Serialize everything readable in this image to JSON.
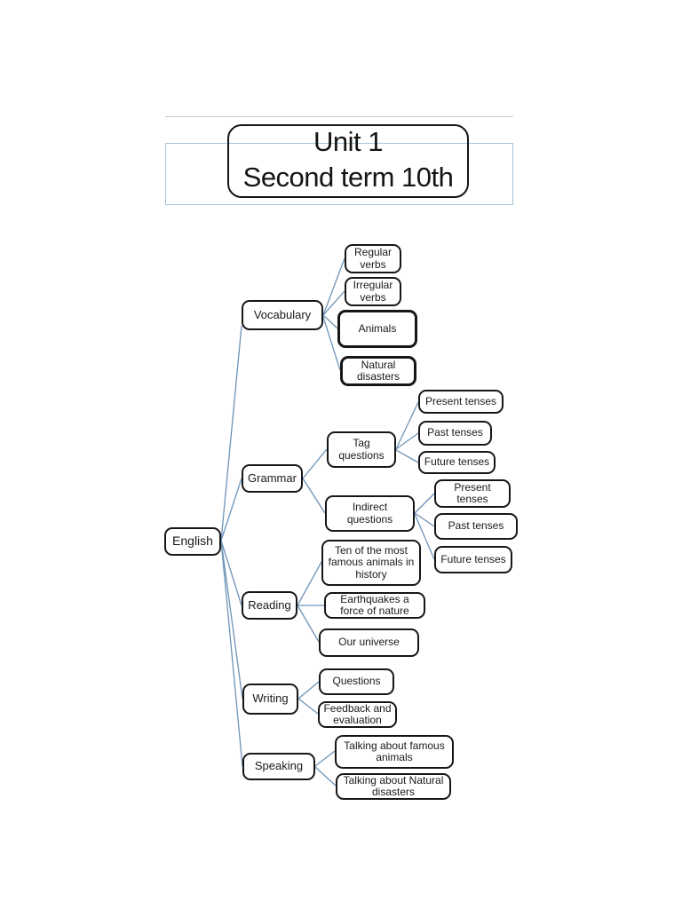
{
  "title_card": {
    "line1": "Unit 1",
    "line2": "Second term 10th"
  },
  "mindmap": {
    "root": {
      "label": "English"
    },
    "branches": [
      {
        "label": "Vocabulary",
        "children": [
          {
            "label": "Regular verbs"
          },
          {
            "label": "Irregular verbs"
          },
          {
            "label": "Animals"
          },
          {
            "label": "Natural disasters"
          }
        ]
      },
      {
        "label": "Grammar",
        "children": [
          {
            "label": "Tag questions",
            "children": [
              {
                "label": "Present tenses"
              },
              {
                "label": "Past tenses"
              },
              {
                "label": "Future tenses"
              }
            ]
          },
          {
            "label": "Indirect questions",
            "children": [
              {
                "label": "Present tenses"
              },
              {
                "label": "Past tenses"
              },
              {
                "label": "Future tenses"
              }
            ]
          }
        ]
      },
      {
        "label": "Reading",
        "children": [
          {
            "label": "Ten of the most famous animals in history"
          },
          {
            "label": "Earthquakes a force of nature"
          },
          {
            "label": "Our universe"
          }
        ]
      },
      {
        "label": "Writing",
        "children": [
          {
            "label": "Questions"
          },
          {
            "label": "Feedback and evaluation"
          }
        ]
      },
      {
        "label": "Speaking",
        "children": [
          {
            "label": "Talking about famous animals"
          },
          {
            "label": "Talking about Natural disasters"
          }
        ]
      }
    ]
  },
  "colors": {
    "background": "#ffffff",
    "connector": "#6e93b6",
    "node_border": "#161616",
    "node_text": "#1a1a1a",
    "frame_border": "#a9c6d8"
  }
}
